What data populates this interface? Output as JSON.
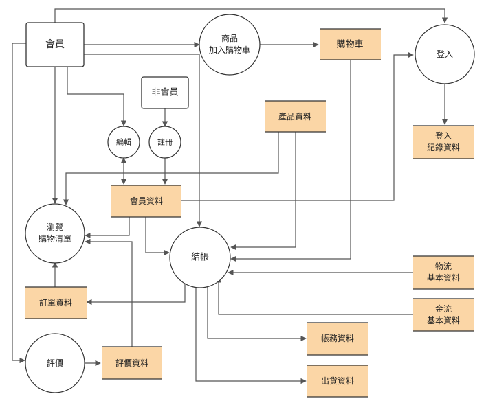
{
  "colors": {
    "datastore_fill": "#fbd6a6",
    "stroke": "#333333",
    "line": "#555555",
    "background": "#ffffff"
  },
  "entities": {
    "member": "會員",
    "non_member": "非會員"
  },
  "processes": {
    "add_to_cart": [
      "商品",
      "加入購物車"
    ],
    "login": "登入",
    "edit": "編輯",
    "register": "註冊",
    "browse_list": [
      "瀏覽",
      "購物清單"
    ],
    "checkout": "結帳",
    "review": "評價"
  },
  "data_stores": {
    "cart": "購物車",
    "login_records": [
      "登入",
      "紀錄資料"
    ],
    "product_data": "產品資料",
    "member_data": "會員資料",
    "order_data": "訂單資料",
    "logistics": [
      "物流",
      "基本資料"
    ],
    "cash_flow": [
      "金流",
      "基本資料"
    ],
    "accounting": "帳務資料",
    "shipping": "出貨資料",
    "review_data": "評價資料"
  }
}
